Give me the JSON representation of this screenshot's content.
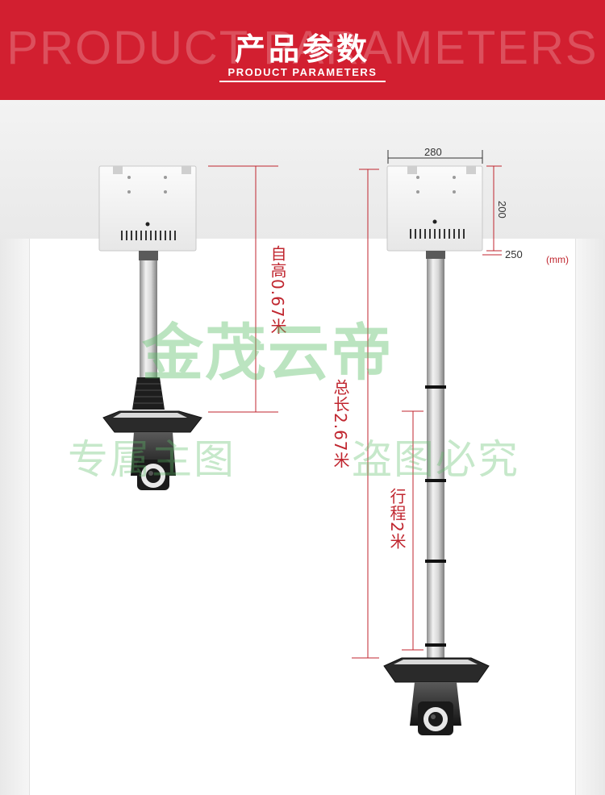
{
  "header": {
    "title": "产品参数",
    "bg_text": "PRODUCT PARAMETERS",
    "subtitle": "PRODUCT PARAMETERS",
    "color": "#d21f30"
  },
  "annotations": {
    "width_label": "280",
    "height_label": "200",
    "depth_label": "250",
    "unit_label": "(mm)",
    "left_height_label": "自高0.67米",
    "total_length_label": "总长2.67米",
    "travel_label": "行程2米",
    "accent_color": "#c0262f"
  },
  "watermarks": {
    "brand": "金茂云帝",
    "left_text": "专属主图",
    "right_text": "盗图必究",
    "color": "#5cbe68"
  }
}
